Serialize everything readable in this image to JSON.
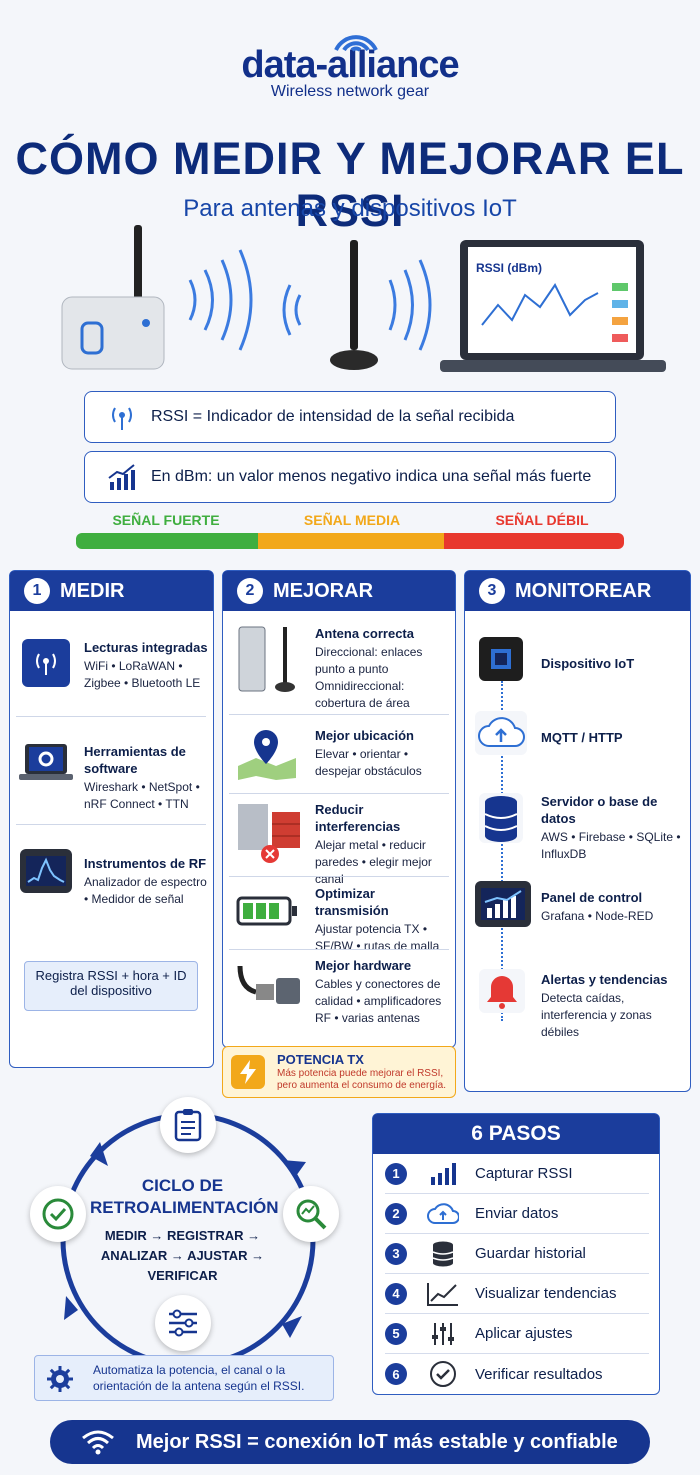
{
  "brand": {
    "name": "data-alliance",
    "tagline": "Wireless network gear"
  },
  "title": "CÓMO MEDIR Y MEJORAR EL RSSI",
  "subtitle": "Para antenas y dispositivos IoT",
  "laptop_chart_label": "RSSI (dBm)",
  "info": [
    "RSSI = Indicador de intensidad de la señal recibida",
    "En dBm: un valor menos negativo indica una señal más fuerte"
  ],
  "signal_scale": {
    "strong": "SEÑAL FUERTE",
    "medium": "SEÑAL MEDIA",
    "weak": "SEÑAL DÉBIL",
    "colors": {
      "strong": "#3fae3f",
      "medium": "#f2a81a",
      "weak": "#e8382e"
    }
  },
  "medir": {
    "num": "1",
    "title": "MEDIR",
    "items": [
      {
        "title": "Lecturas integradas",
        "desc": "WiFi • LoRaWAN • Zigbee • Bluetooth LE",
        "icon": "antenna-signal-icon"
      },
      {
        "title": "Herramientas de software",
        "desc": "Wireshark • NetSpot • nRF Connect • TTN",
        "icon": "laptop-gear-icon"
      },
      {
        "title": "Instrumentos de RF",
        "desc": "Analizador de espectro • Medidor de señal",
        "icon": "spectrum-analyzer-icon"
      }
    ],
    "note": "Registra RSSI + hora + ID del dispositivo"
  },
  "mejorar": {
    "num": "2",
    "title": "MEJORAR",
    "items": [
      {
        "title": "Antena correcta",
        "desc": "Direccional: enlaces punto a punto Omnidireccional: cobertura de área",
        "icon": "antenna-panel-icon"
      },
      {
        "title": "Mejor ubicación",
        "desc": "Elevar • orientar • despejar obstáculos",
        "icon": "map-pin-icon"
      },
      {
        "title": "Reducir interferencias",
        "desc": "Alejar metal • reducir paredes • elegir mejor canal",
        "icon": "wall-interference-icon"
      },
      {
        "title": "Optimizar transmisión",
        "desc": "Ajustar potencia TX • SF/BW • rutas de malla",
        "icon": "battery-icon"
      },
      {
        "title": "Mejor hardware",
        "desc": "Cables y conectores de calidad • amplificadores RF • varias antenas",
        "icon": "cable-connector-icon"
      }
    ],
    "tx": {
      "title": "POTENCIA TX",
      "desc": "Más potencia puede mejorar el RSSI, pero aumenta el consumo de energía."
    }
  },
  "monitorear": {
    "num": "3",
    "title": "MONITOREAR",
    "items": [
      {
        "title": "Dispositivo IoT",
        "desc": "",
        "icon": "chip-icon"
      },
      {
        "title": "MQTT / HTTP",
        "desc": "",
        "icon": "cloud-upload-icon"
      },
      {
        "title": "Servidor o base de datos",
        "desc": "AWS • Firebase • SQLite • InfluxDB",
        "icon": "database-icon"
      },
      {
        "title": "Panel de control",
        "desc": "Grafana • Node-RED",
        "icon": "dashboard-icon"
      },
      {
        "title": "Alertas y tendencias",
        "desc": "Detecta caídas, interferencia y zonas débiles",
        "icon": "alarm-bell-icon"
      }
    ]
  },
  "cycle": {
    "title": "CICLO DE RETROALIMENTACIÓN",
    "steps": "MEDIR → REGISTRAR → ANALIZAR → AJUSTAR → VERIFICAR",
    "auto_note": "Automatiza la potencia, el canal o la orientación de la antena según el RSSI."
  },
  "pasos": {
    "title": "6 PASOS",
    "items": [
      {
        "num": "1",
        "label": "Capturar RSSI",
        "icon": "signal-bars-icon"
      },
      {
        "num": "2",
        "label": "Enviar datos",
        "icon": "cloud-upload-icon"
      },
      {
        "num": "3",
        "label": "Guardar historial",
        "icon": "database-icon"
      },
      {
        "num": "4",
        "label": "Visualizar tendencias",
        "icon": "trend-chart-icon"
      },
      {
        "num": "5",
        "label": "Aplicar ajustes",
        "icon": "sliders-icon"
      },
      {
        "num": "6",
        "label": "Verificar resultados",
        "icon": "check-circle-icon"
      }
    ]
  },
  "footer": "Mejor RSSI = conexión IoT más estable y confiable"
}
